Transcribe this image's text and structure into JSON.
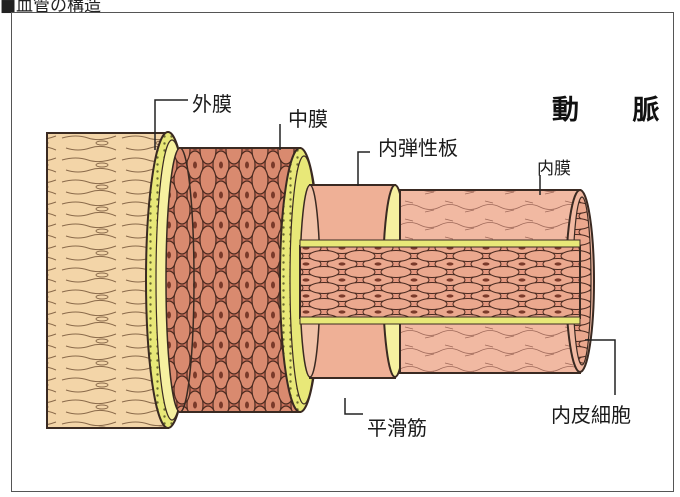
{
  "page_title": "■血管の構造",
  "heading": "動 脈",
  "labels": {
    "adventitia": "外膜",
    "media": "中膜",
    "internal_elastic_lamina": "内弾性板",
    "intima": "内膜",
    "smooth_muscle": "平滑筋",
    "endothelial_cell": "内皮細胞"
  },
  "colors": {
    "adventitia": "#f3d5a8",
    "adventitia_ring": "#f6f0a0",
    "media": "#c9705a",
    "elastic_ring": "#e8e878",
    "intima": "#f1b9a2",
    "inner_muscle": "#e59880",
    "outline": "#3a2a22"
  }
}
